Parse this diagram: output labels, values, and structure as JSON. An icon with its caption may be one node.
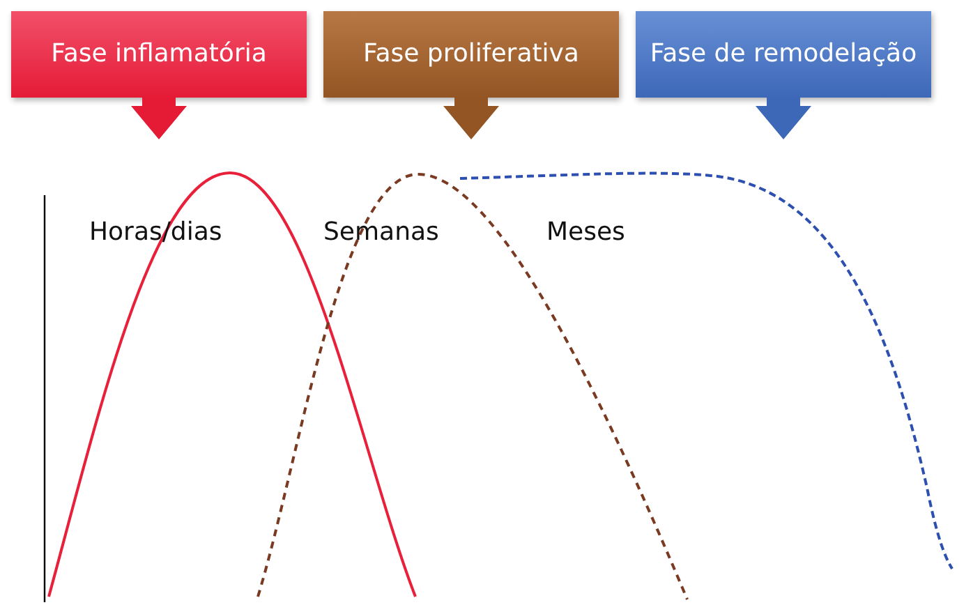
{
  "diagram": {
    "nodes": [
      {
        "text": [
          "Fase inflamatória"
        ]
      },
      {
        "text": [
          "Fase proliferativa"
        ]
      },
      {
        "text": [
          "Fase de remodelação"
        ]
      }
    ],
    "labels": [
      "Horas/dias",
      "Semanas",
      "Meses"
    ]
  }
}
